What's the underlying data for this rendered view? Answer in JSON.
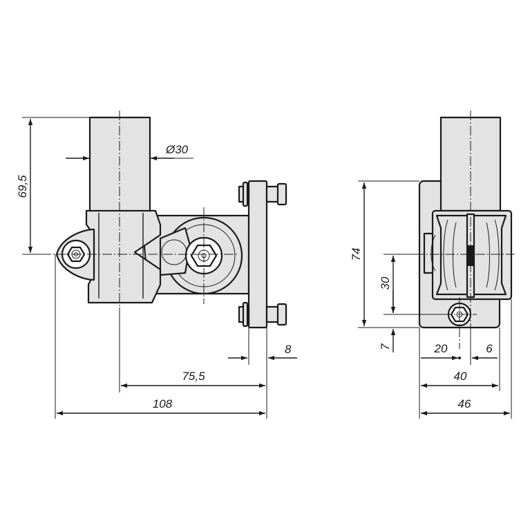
{
  "dimensions": {
    "d_69_5": "69,5",
    "d_dia30": "Ø30",
    "d_8": "8",
    "d_75_5": "75,5",
    "d_108": "108",
    "d_74": "74",
    "d_30": "30",
    "d_7": "7",
    "d_20": "20",
    "d_6": "6",
    "d_40": "40",
    "d_46": "46"
  },
  "colors": {
    "body": "#e3e3e3",
    "line": "#1a1a1a"
  }
}
